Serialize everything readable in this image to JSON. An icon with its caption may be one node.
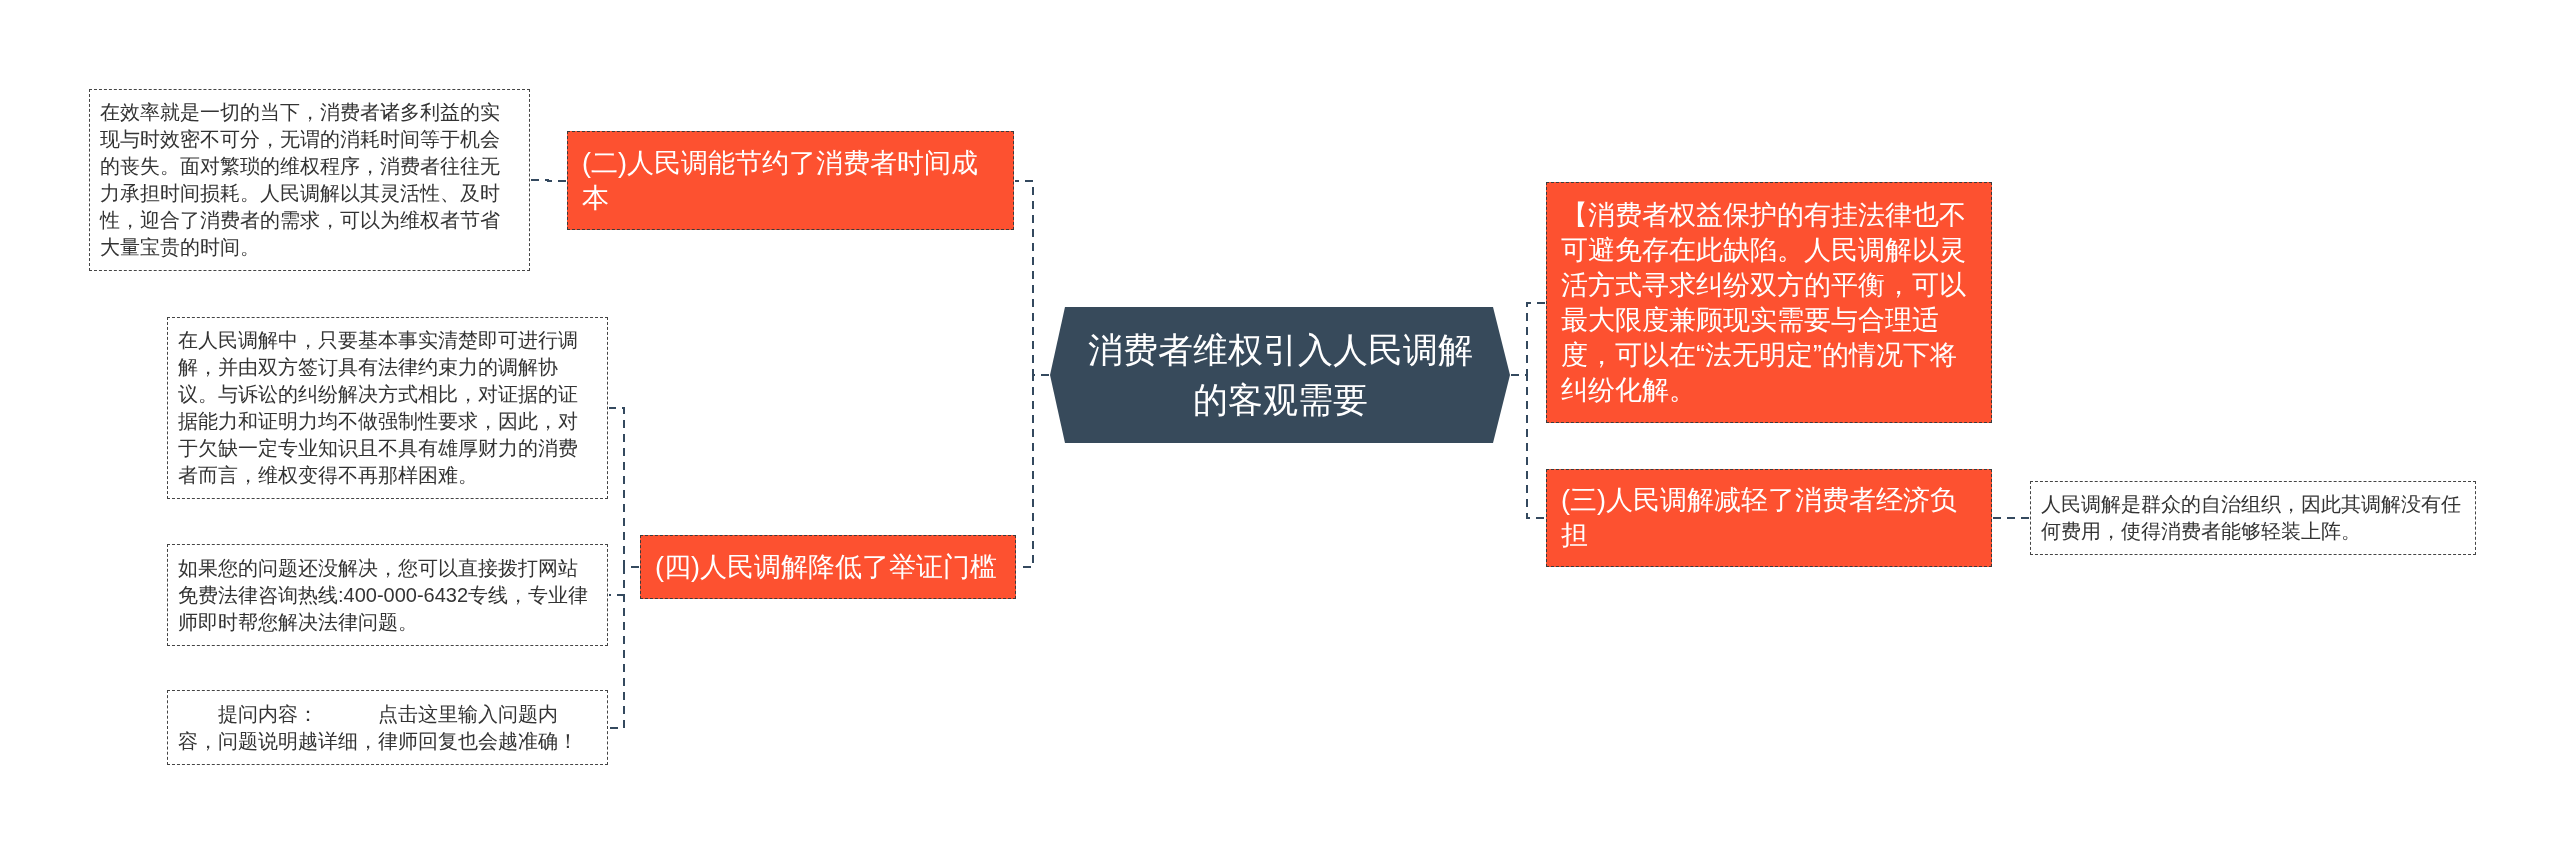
{
  "diagram": {
    "nodes": [
      {
        "text": [
          "消费者维权引入人民调解的客观需要"
        ]
      },
      {
        "text": [
          "(二)人民调能节约了消费者时间成本"
        ]
      },
      {
        "text": [
          "在效率就是一切的当下，消费者诸多利益的实现与时效密不可分，无谓的消耗时间等于机会的丧失。面对繁琐的维权程序，消费者往往无力承担时间损耗。人民调解以其灵活性、及时性，迎合了消费者的需求，可以为维权者节省大量宝贵的时间。"
        ]
      },
      {
        "text": [
          "(四)人民调解降低了举证门槛"
        ]
      },
      {
        "text": [
          "在人民调解中，只要基本事实清楚即可进行调解，并由双方签订具有法律约束力的调解协议。与诉讼的纠纷解决方式相比，对证据的证据能力和证明力均不做强制性要求，因此，对于欠缺一定专业知识且不具有雄厚财力的消费者而言，维权变得不再那样困难。"
        ]
      },
      {
        "text": [
          "如果您的问题还没解决，您可以直接拨打网站免费法律咨询热线:400-000-6432专线，专业律师即时帮您解决法律问题。"
        ]
      },
      {
        "text": [
          "　　提问内容：　　　点击这里输入问题内容，问题说明越详细，律师回复也会越准确！"
        ]
      },
      {
        "text": [
          "【消费者权益保护的有挂法律也不可避免存在此缺陷。人民调解以灵活方式寻求纠纷双方的平衡，可以最大限度兼顾现实需要与合理适度，可以在“法无明定”的情况下将纠纷化解。"
        ]
      },
      {
        "text": [
          "(三)人民调解减轻了消费者经济负担"
        ]
      },
      {
        "text": [
          "人民调解是群众的自治组织，因此其调解没有任何费用，使得消费者能够轻装上阵。"
        ]
      }
    ],
    "edges": [
      {
        "from": 0,
        "to": 1,
        "arrow": "none",
        "style": "dashed"
      },
      {
        "from": 1,
        "to": 2,
        "arrow": "none",
        "style": "dashed"
      },
      {
        "from": 0,
        "to": 3,
        "arrow": "none",
        "style": "dashed"
      },
      {
        "from": 3,
        "to": 4,
        "arrow": "none",
        "style": "dashed"
      },
      {
        "from": 3,
        "to": 5,
        "arrow": "none",
        "style": "dashed"
      },
      {
        "from": 3,
        "to": 6,
        "arrow": "none",
        "style": "dashed"
      },
      {
        "from": 0,
        "to": 7,
        "arrow": "none",
        "style": "dashed"
      },
      {
        "from": 0,
        "to": 8,
        "arrow": "none",
        "style": "dashed"
      },
      {
        "from": 8,
        "to": 9,
        "arrow": "none",
        "style": "dashed"
      }
    ]
  }
}
